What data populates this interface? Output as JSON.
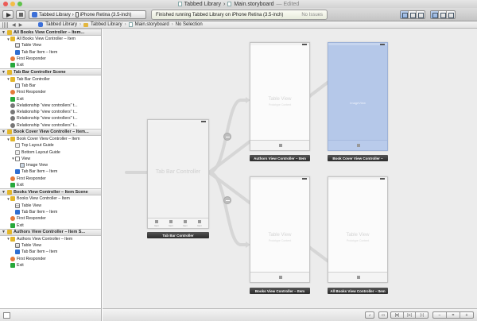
{
  "window": {
    "project": "Tabbed Library",
    "file": "Main.storyboard",
    "edited": "— Edited",
    "lights": [
      "#ec5b56",
      "#f3bd46",
      "#5fc24b"
    ]
  },
  "toolbar": {
    "scheme": "Tabbed Library",
    "device": "iPhone Retina (3.5-inch)",
    "activity": "Finished running Tabbed Library on iPhone Retina (3.5-inch)",
    "issues": "No Issues"
  },
  "jumpbar": {
    "crumbs": [
      "Tabbed Library",
      "Tabbed Library",
      "Main.storyboard",
      "No Selection"
    ]
  },
  "outline": {
    "sections": [
      {
        "title": "All Books View Controller – Item...",
        "rows": [
          {
            "label": "All Books View Controller – Item",
            "icon": "yellow",
            "indent": 1,
            "tri": "▼"
          },
          {
            "label": "Table View",
            "icon": "table",
            "indent": 2
          },
          {
            "label": "Tab Bar Item – Item",
            "icon": "star",
            "indent": 2
          },
          {
            "label": "First Responder",
            "icon": "orange",
            "indent": 1
          },
          {
            "label": "Exit",
            "icon": "green",
            "indent": 1
          }
        ]
      },
      {
        "title": "Tab Bar Controller Scene",
        "rows": [
          {
            "label": "Tab Bar Controller",
            "icon": "yellow",
            "indent": 1,
            "tri": "▼"
          },
          {
            "label": "Tab Bar",
            "icon": "tab",
            "indent": 2
          },
          {
            "label": "First Responder",
            "icon": "orange",
            "indent": 1
          },
          {
            "label": "Exit",
            "icon": "green",
            "indent": 1
          },
          {
            "label": "Relationship \"view controllers\" t...",
            "icon": "rel",
            "indent": 1
          },
          {
            "label": "Relationship \"view controllers\" t...",
            "icon": "rel",
            "indent": 1
          },
          {
            "label": "Relationship \"view controllers\" t...",
            "icon": "rel",
            "indent": 1
          },
          {
            "label": "Relationship \"view controllers\" t...",
            "icon": "rel",
            "indent": 1
          }
        ]
      },
      {
        "title": "Book Cover View Controller – Item...",
        "rows": [
          {
            "label": "Book Cover View Controller – Item",
            "icon": "yellow",
            "indent": 1,
            "tri": "▼"
          },
          {
            "label": "Top Layout Guide",
            "icon": "guide",
            "indent": 2
          },
          {
            "label": "Bottom Layout Guide",
            "icon": "guide",
            "indent": 2
          },
          {
            "label": "View",
            "icon": "view",
            "indent": 2,
            "tri": "▼"
          },
          {
            "label": "Image View",
            "icon": "image",
            "indent": 3
          },
          {
            "label": "Tab Bar Item – Item",
            "icon": "star",
            "indent": 2
          },
          {
            "label": "First Responder",
            "icon": "orange",
            "indent": 1
          },
          {
            "label": "Exit",
            "icon": "green",
            "indent": 1
          }
        ]
      },
      {
        "title": "Books View Controller – Item Scene",
        "rows": [
          {
            "label": "Books View Controller – Item",
            "icon": "yellow",
            "indent": 1,
            "tri": "▼"
          },
          {
            "label": "Table View",
            "icon": "table",
            "indent": 2
          },
          {
            "label": "Tab Bar Item – Item",
            "icon": "star",
            "indent": 2
          },
          {
            "label": "First Responder",
            "icon": "orange",
            "indent": 1
          },
          {
            "label": "Exit",
            "icon": "green",
            "indent": 1
          }
        ]
      },
      {
        "title": "Authors View Controller – Item S...",
        "rows": [
          {
            "label": "Authors View Controller – Item",
            "icon": "yellow",
            "indent": 1,
            "tri": "▼"
          },
          {
            "label": "Table View",
            "icon": "table",
            "indent": 2
          },
          {
            "label": "Tab Bar Item – Item",
            "icon": "star",
            "indent": 2
          },
          {
            "label": "First Responder",
            "icon": "orange",
            "indent": 1
          },
          {
            "label": "Exit",
            "icon": "green",
            "indent": 1
          }
        ]
      }
    ]
  },
  "canvas": {
    "tab_bar_controller": {
      "title": "Tab Bar Controller",
      "label": "Tab Bar Controller",
      "tab_items": [
        "Item",
        "Item",
        "Item",
        "Item"
      ]
    },
    "authors": {
      "title": "Table View",
      "subtitle": "Prototype Content",
      "label": "Authors View Controller – Item"
    },
    "book_cover": {
      "title": "ImageView",
      "label": "Book Cover View Controller –"
    },
    "books": {
      "title": "Table View",
      "subtitle": "Prototype Content",
      "label": "Books View Controller – Item"
    },
    "all_books": {
      "title": "Table View",
      "subtitle": "Prototype Content",
      "label": "All Books View Controller – Item"
    }
  },
  "footer": {
    "zoom_buttons": [
      "−",
      "=",
      "+"
    ],
    "layout_buttons": [
      "|▾|",
      "|+|",
      "|◦|"
    ]
  }
}
